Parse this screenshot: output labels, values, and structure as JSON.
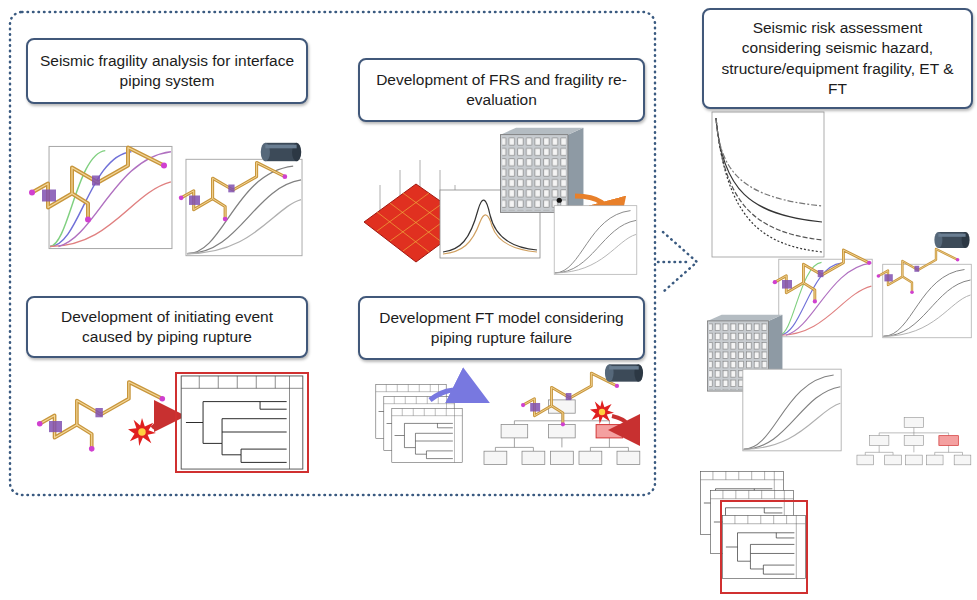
{
  "diagram": {
    "nodes": [
      {
        "text": [
          "Seismic fragility analysis for interface piping system"
        ]
      },
      {
        "text": [
          "Development of FRS and fragility re-evaluation"
        ]
      },
      {
        "text": [
          "Development of initiating event caused by piping rupture"
        ]
      },
      {
        "text": [
          "Development FT model considering piping rupture failure"
        ]
      },
      {
        "text": [
          "Seismic risk assessment considering seismic hazard, structure/equipment fragility, ET & FT"
        ]
      }
    ]
  }
}
